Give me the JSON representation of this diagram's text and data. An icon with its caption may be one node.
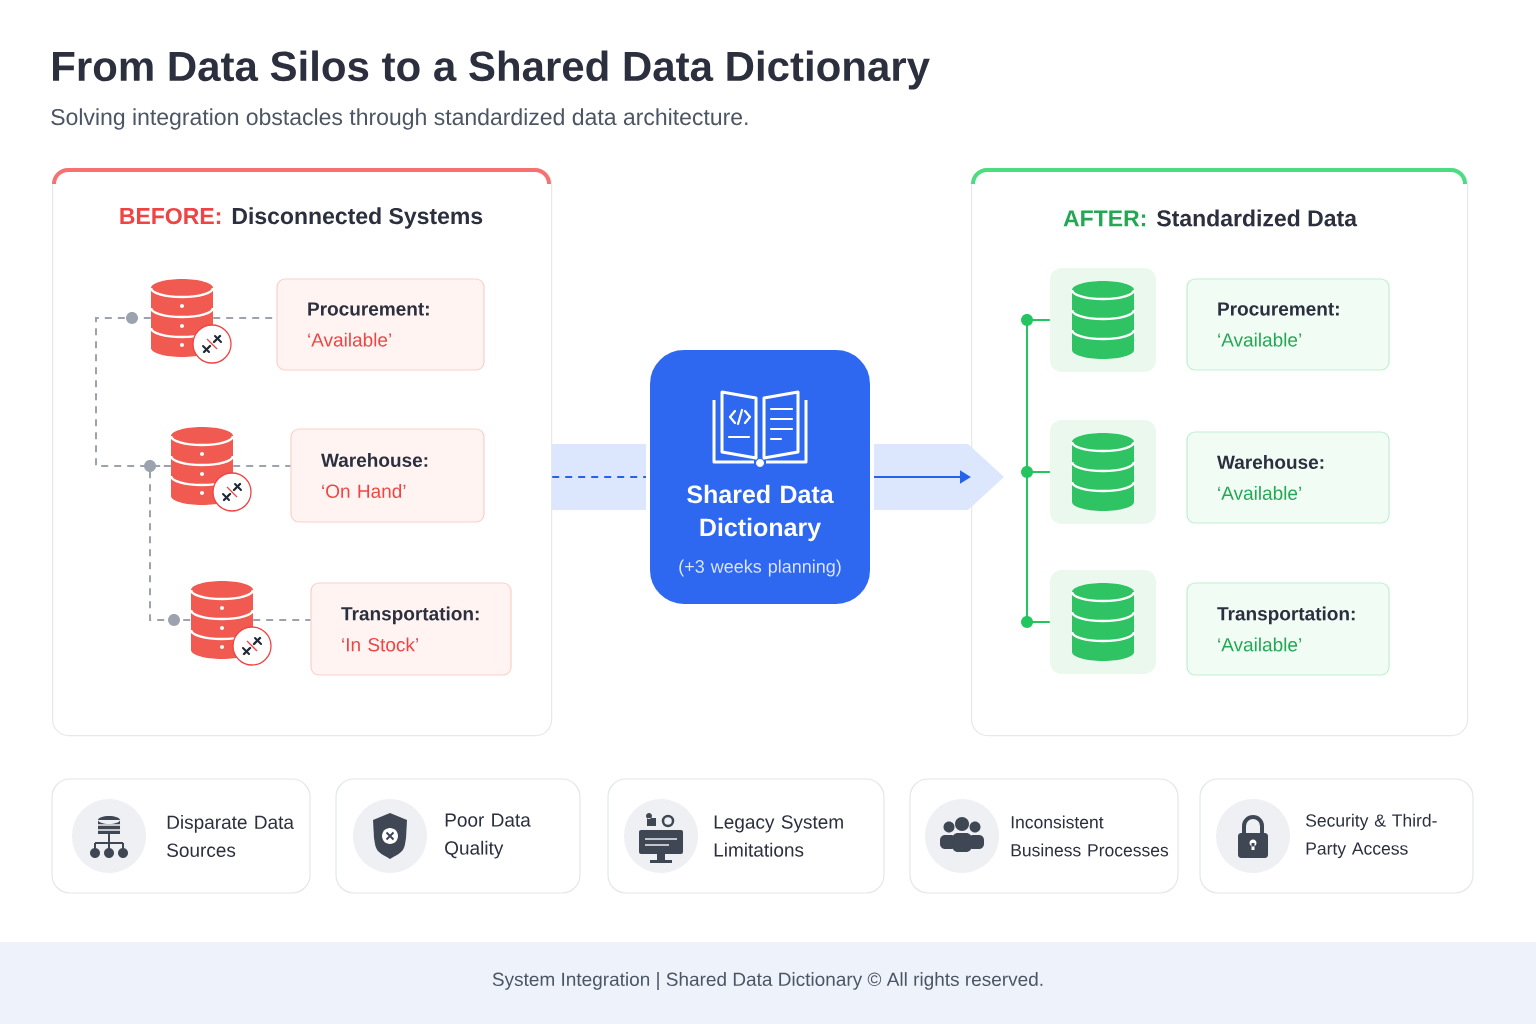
{
  "diagram": {
    "title": "From Data Silos to a Shared Data Dictionary",
    "nodes": [
      {
        "text": [
          "BEFORE:",
          "Disconnected Systems"
        ]
      },
      {
        "text": [],
        "shape": "cylinder",
        "in": 0
      },
      {
        "text": [
          "Procurement:",
          "‘Available’"
        ],
        "in": 0
      },
      {
        "text": [],
        "shape": "cylinder",
        "in": 0
      },
      {
        "text": [
          "Warehouse:",
          "‘On Hand’"
        ],
        "in": 0
      },
      {
        "text": [],
        "shape": "cylinder",
        "in": 0
      },
      {
        "text": [
          "Transportation:",
          "‘In Stock’"
        ],
        "in": 0
      },
      {
        "text": [
          "Shared Data Dictionary",
          "(+3 weeks planning)"
        ]
      },
      {
        "text": [
          "AFTER:",
          "Standardized Data"
        ]
      },
      {
        "text": [],
        "shape": "cylinder",
        "in": 8
      },
      {
        "text": [
          "Procurement:",
          "‘Available’"
        ],
        "in": 8
      },
      {
        "text": [],
        "shape": "cylinder",
        "in": 8
      },
      {
        "text": [
          "Warehouse:",
          "‘Available’"
        ],
        "in": 8
      },
      {
        "text": [],
        "shape": "cylinder",
        "in": 8
      },
      {
        "text": [
          "Transportation:",
          "‘Available’"
        ],
        "in": 8
      },
      {
        "text": [
          "Disparate Data Sources"
        ]
      },
      {
        "text": [
          "Poor Data Quality"
        ]
      },
      {
        "text": [
          "Legacy System Limitations"
        ]
      },
      {
        "text": [
          "Inconsistent Business Processes"
        ]
      },
      {
        "text": [
          "Security & Third-Party Access"
        ]
      }
    ],
    "edges": [
      {
        "from": 1,
        "to": 2,
        "arrow": "none",
        "style": "dashed"
      },
      {
        "from": 3,
        "to": 4,
        "arrow": "none",
        "style": "dashed"
      },
      {
        "from": 5,
        "to": 6,
        "arrow": "none",
        "style": "dashed"
      },
      {
        "from": 1,
        "to": 3,
        "arrow": "none",
        "style": "dashed"
      },
      {
        "from": 3,
        "to": 5,
        "arrow": "none",
        "style": "dashed"
      },
      {
        "from": 0,
        "to": 7,
        "arrow": "none",
        "style": "dashed",
        "color": "#2563eb"
      },
      {
        "from": 7,
        "to": 8,
        "arrow": "to",
        "color": "#2563eb"
      },
      {
        "from": 9,
        "to": 11,
        "arrow": "none",
        "color": "#22c55e"
      },
      {
        "from": 11,
        "to": 13,
        "arrow": "none",
        "color": "#22c55e"
      }
    ],
    "labels": [
      "Solving integration obstacles through standardized data architecture.",
      "System Integration | Shared Data Dictionary © All rights reserved."
    ]
  }
}
